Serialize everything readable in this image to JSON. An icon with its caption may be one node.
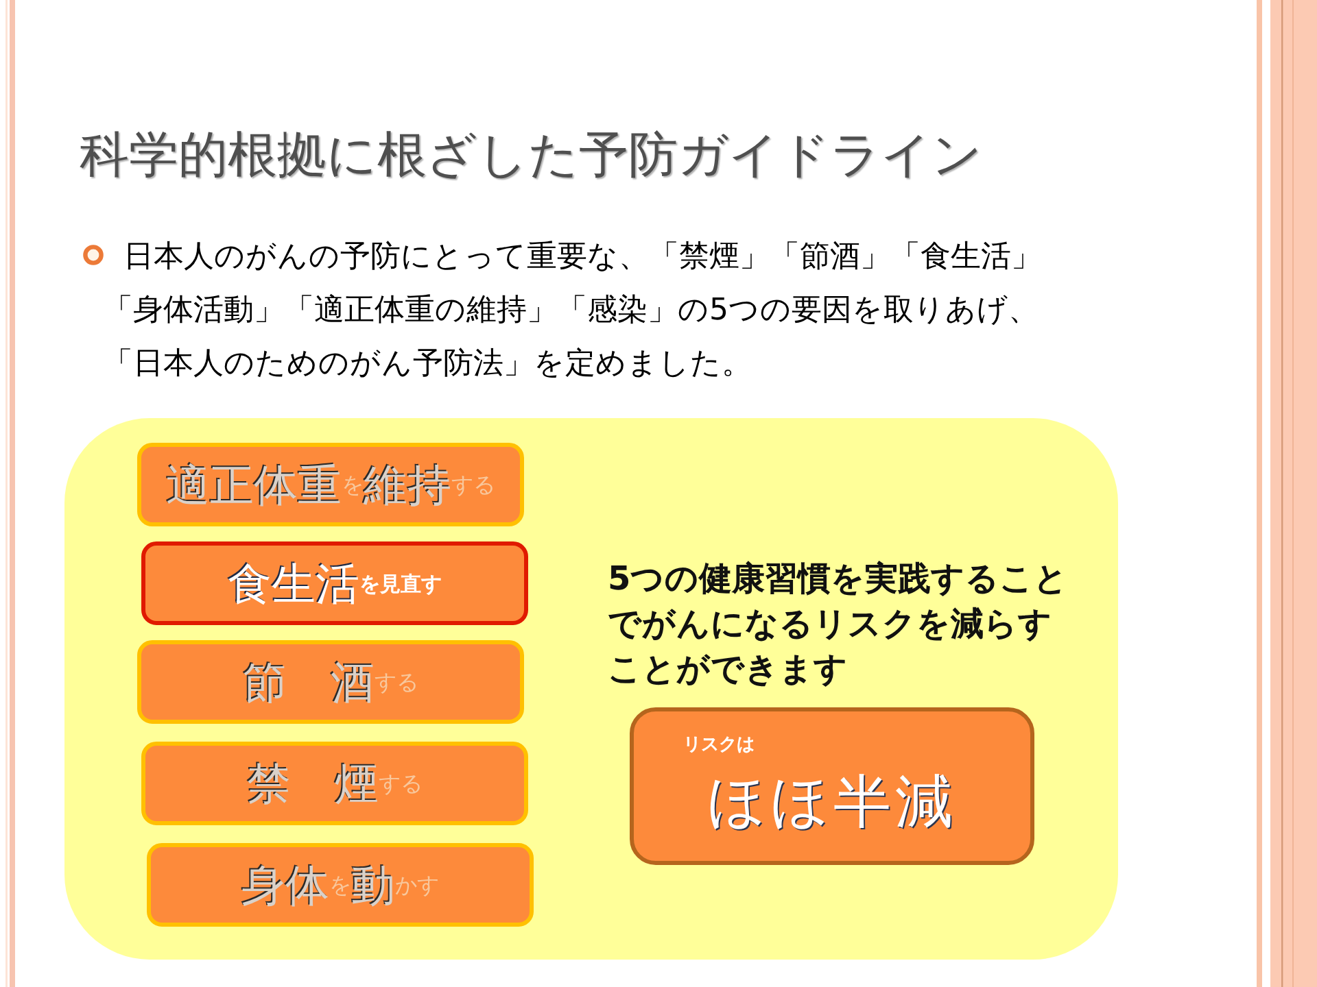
{
  "diagram": {
    "title": "科学的根拠に根ざした予防ガイドライン",
    "nodes": [
      {
        "text": [
          "5つの健康習慣を実践することでがんになるリスクを減らすことができます"
        ]
      },
      {
        "text": [
          "適正体重を維持する"
        ],
        "in": 0
      },
      {
        "text": [
          "食生活を見直す"
        ],
        "in": 0
      },
      {
        "text": [
          "節　酒する"
        ],
        "in": 0
      },
      {
        "text": [
          "禁　煙する"
        ],
        "in": 0
      },
      {
        "text": [
          "身体を動かす"
        ],
        "in": 0
      },
      {
        "text": [
          "リスクは",
          "ほほ半減"
        ],
        "in": 0
      }
    ],
    "labels": [
      "日本人のがんの予防にとって重要な、「禁煙」「節酒」「食生活」「身体活動」「適正体重の維持」「感染」の5つの要因を取りあげ、「日本人のためのがん予防法」を定めました。"
    ]
  }
}
